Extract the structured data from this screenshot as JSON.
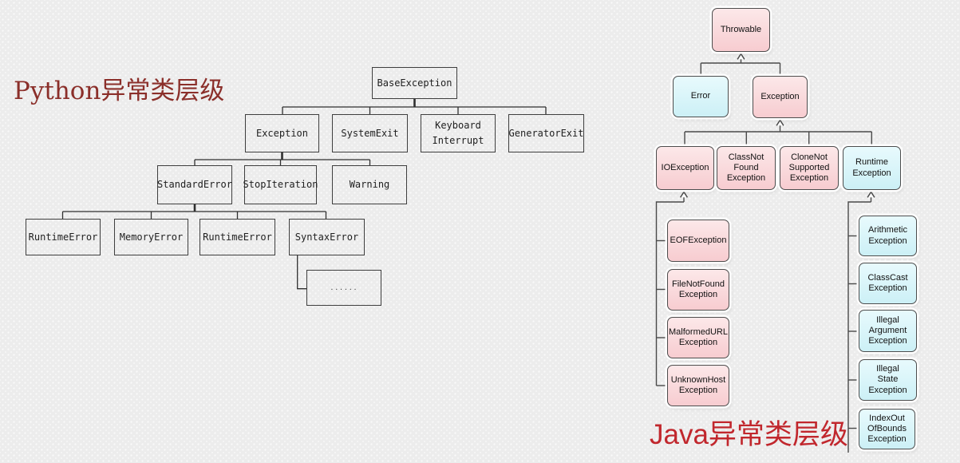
{
  "python": {
    "title": "Python异常类层级",
    "title_color": "#8b2f2a",
    "nodes": [
      {
        "id": "base-exception",
        "label": "BaseException"
      },
      {
        "id": "exception",
        "label": "Exception"
      },
      {
        "id": "system-exit",
        "label": "SystemExit"
      },
      {
        "id": "keyboard-interrupt",
        "label": "Keyboard\nInterrupt"
      },
      {
        "id": "generator-exit",
        "label": "GeneratorExit"
      },
      {
        "id": "standard-error",
        "label": "StandardError"
      },
      {
        "id": "stop-iteration",
        "label": "StopIteration"
      },
      {
        "id": "warning",
        "label": "Warning"
      },
      {
        "id": "runtime-error",
        "label": "RuntimeError"
      },
      {
        "id": "memory-error",
        "label": "MemoryError"
      },
      {
        "id": "runtime-error-2",
        "label": "RuntimeError"
      },
      {
        "id": "syntax-error",
        "label": "SyntaxError"
      },
      {
        "id": "ellipsis",
        "label": "......"
      }
    ]
  },
  "java": {
    "title": "Java异常类层级",
    "title_color": "#c1272d",
    "box_colors": {
      "pink": "#f7ccd0",
      "cyan": "#ccf0f6"
    },
    "nodes": [
      {
        "id": "throwable",
        "variant": "pink",
        "label": "Throwable"
      },
      {
        "id": "error",
        "variant": "cyan",
        "label": "Error"
      },
      {
        "id": "exception",
        "variant": "pink",
        "label": "Exception"
      },
      {
        "id": "io-exception",
        "variant": "pink",
        "label": "IOException"
      },
      {
        "id": "class-not-found",
        "variant": "pink",
        "label": "ClassNot\nFound\nException"
      },
      {
        "id": "clone-not-supported",
        "variant": "pink",
        "label": "CloneNot\nSupported\nException"
      },
      {
        "id": "runtime-exception",
        "variant": "cyan",
        "label": "Runtime\nException"
      },
      {
        "id": "eof-exception",
        "variant": "pink",
        "label": "EOFException"
      },
      {
        "id": "file-not-found",
        "variant": "pink",
        "label": "FileNotFound\nException"
      },
      {
        "id": "malformed-url",
        "variant": "pink",
        "label": "MalformedURL\nException"
      },
      {
        "id": "unknown-host",
        "variant": "pink",
        "label": "UnknownHost\nException"
      },
      {
        "id": "arithmetic",
        "variant": "cyan",
        "label": "Arithmetic\nException"
      },
      {
        "id": "class-cast",
        "variant": "cyan",
        "label": "ClassCast\nException"
      },
      {
        "id": "illegal-argument",
        "variant": "cyan",
        "label": "Illegal\nArgument\nException"
      },
      {
        "id": "illegal-state",
        "variant": "cyan",
        "label": "Illegal\nState\nException"
      },
      {
        "id": "index-out-of-bounds",
        "variant": "cyan",
        "label": "IndexOut\nOfBounds\nException"
      }
    ]
  }
}
